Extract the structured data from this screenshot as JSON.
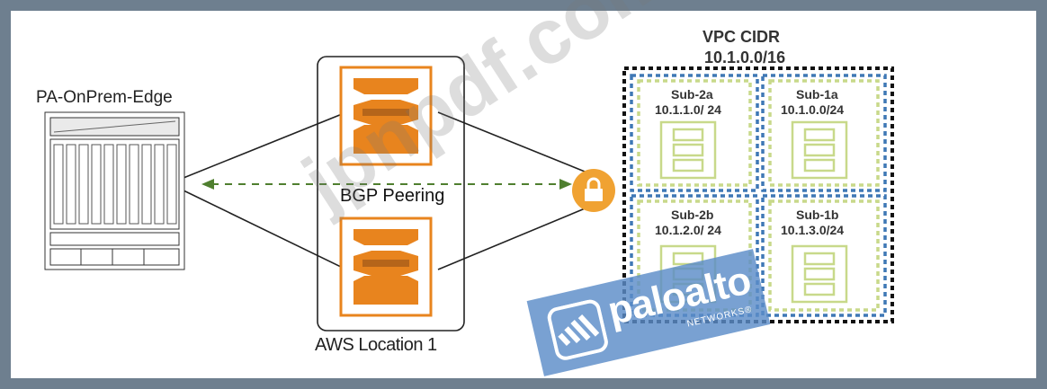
{
  "onprem": {
    "label": "PA-OnPrem-Edge"
  },
  "link": {
    "label": "BGP Peering"
  },
  "aws": {
    "location_label": "AWS Location 1"
  },
  "vpc": {
    "title": "VPC CIDR",
    "cidr": "10.1.0.0/16",
    "subnets": [
      {
        "name": "Sub-2a",
        "cidr": "10.1.1.0/ 24"
      },
      {
        "name": "Sub-1a",
        "cidr": "10.1.0.0/24"
      },
      {
        "name": "Sub-2b",
        "cidr": "10.1.2.0/ 24"
      },
      {
        "name": "Sub-1b",
        "cidr": "10.1.3.0/24"
      }
    ]
  },
  "watermark": {
    "text": "jpnpdf.com"
  },
  "logo": {
    "word": "paloalto",
    "sub": "NETWORKS®"
  },
  "colors": {
    "aws_orange": "#e8841e",
    "aws_orange_dark": "#b5651a",
    "bgp_dash": "#4f7f2f",
    "subnet_green": "#c8d98a",
    "subnet_blue": "#3f78b5",
    "lock_orange": "#f0a232",
    "logo_blue": "#5b8cc8"
  }
}
